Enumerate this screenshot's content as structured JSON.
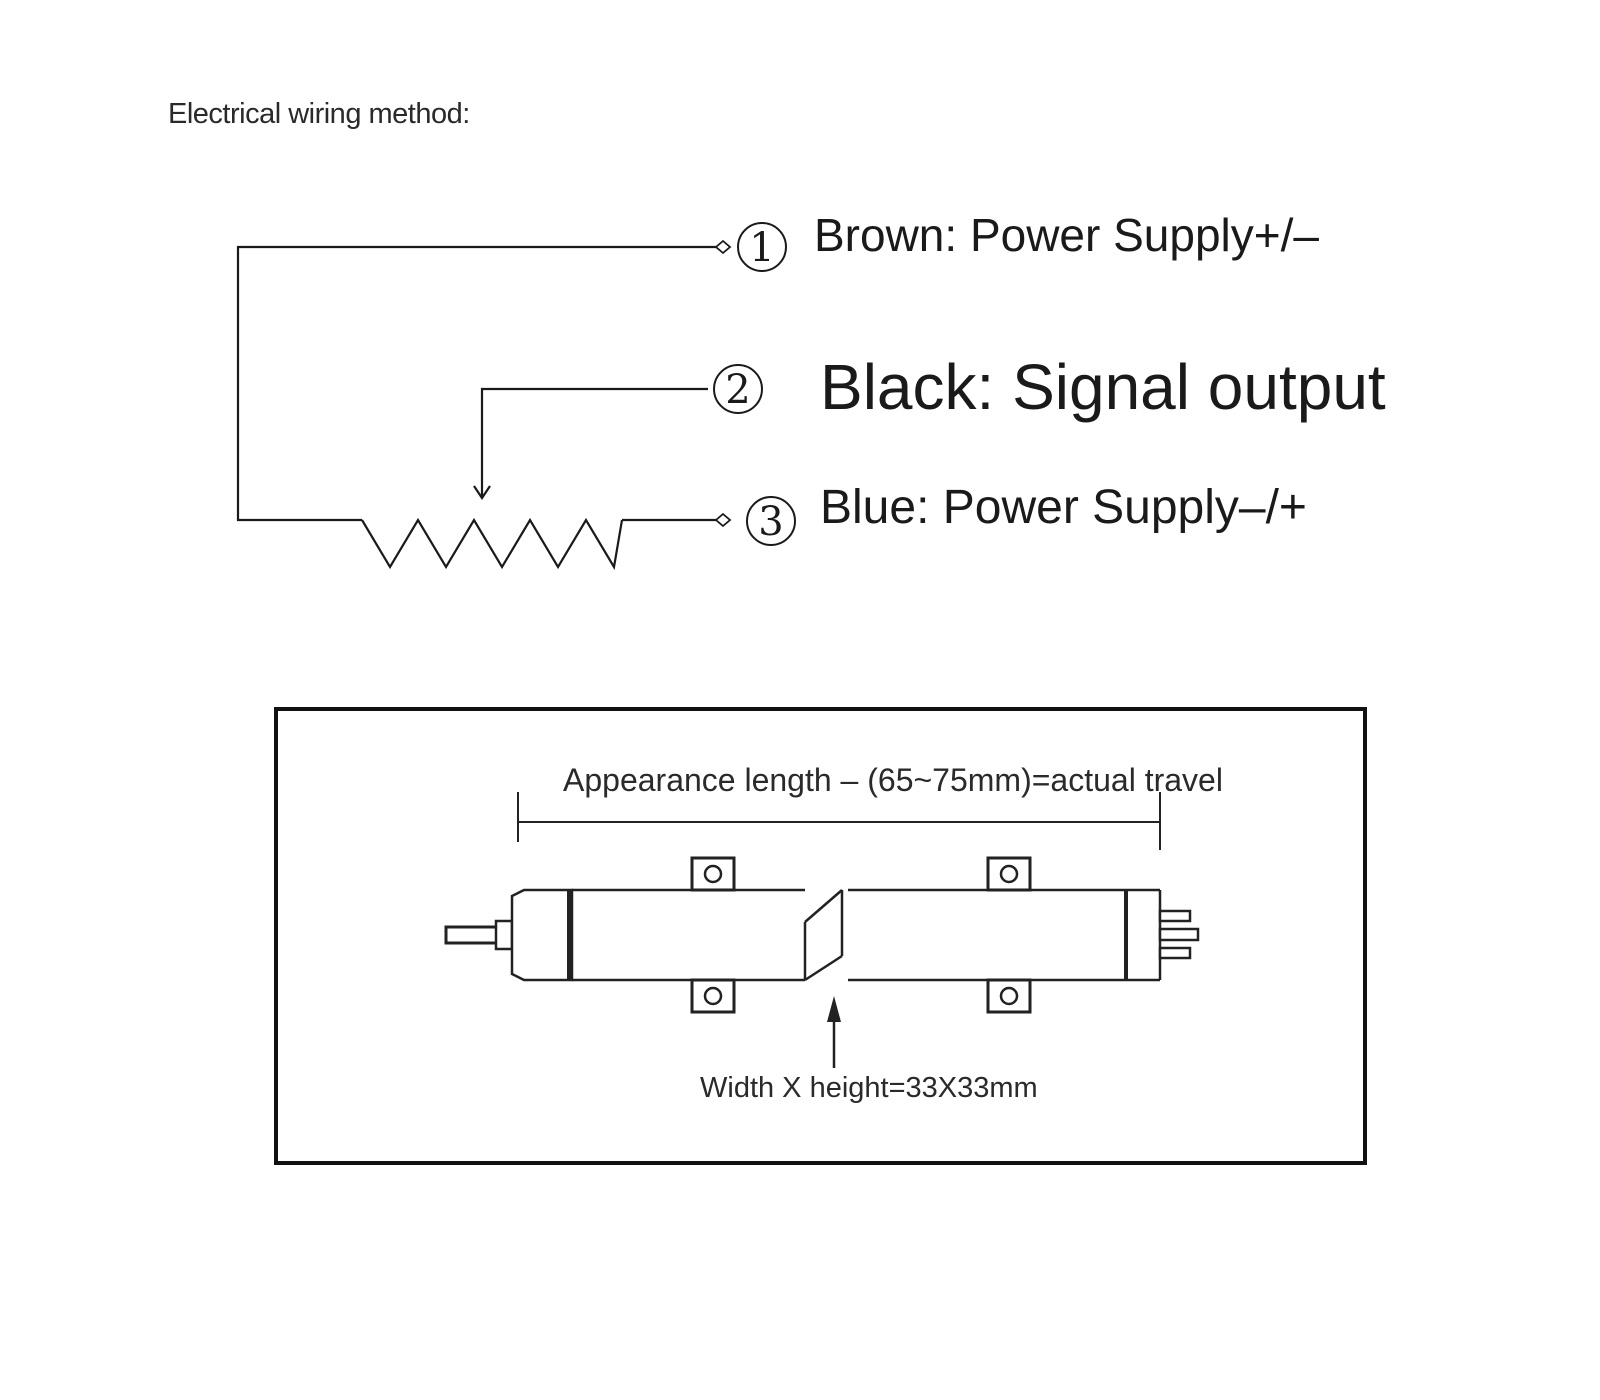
{
  "wiring": {
    "title": "Electrical wiring method:",
    "pins": [
      {
        "number": "1",
        "label": "Brown: Power Supply+/–"
      },
      {
        "number": "2",
        "label": "Black: Signal output"
      },
      {
        "number": "3",
        "label": "Blue: Power Supply–/+"
      }
    ]
  },
  "dimensions": {
    "length_note": "Appearance length – (65~75mm)=actual travel",
    "section_note": "Width X height=33X33mm"
  }
}
